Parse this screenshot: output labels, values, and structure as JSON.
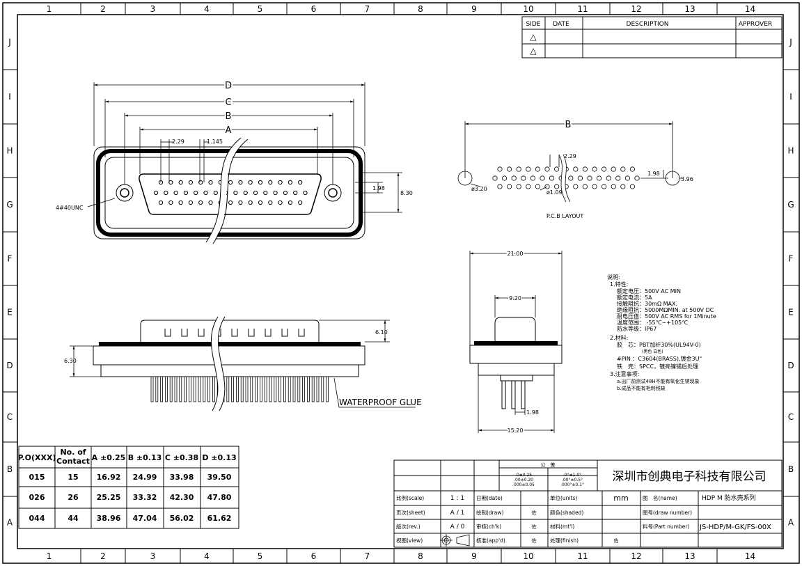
{
  "border": {
    "columns": [
      "1",
      "2",
      "3",
      "4",
      "5",
      "6",
      "7",
      "8",
      "9",
      "10",
      "11",
      "12",
      "13",
      "14"
    ],
    "rows": [
      "J",
      "I",
      "H",
      "G",
      "F",
      "E",
      "D",
      "C",
      "B",
      "A"
    ]
  },
  "revision_table": {
    "headers": [
      "SIDE",
      "DATE",
      "DESCRIPTION",
      "APPROVER"
    ],
    "marks": [
      "△",
      "△"
    ]
  },
  "front_view": {
    "dims": {
      "D": "D",
      "C": "C",
      "B": "B",
      "A": "A"
    },
    "pitch": "2.29",
    "row_offset": "1.145",
    "height": "8.30",
    "row_pitch": "1.98",
    "screw": "4#40UNC"
  },
  "pcb": {
    "title": "P.C.B LAYOUT",
    "dim_B": "B",
    "pitch": "2.29",
    "mount_hole": "ø3.20",
    "pin_hole": "ø1.09",
    "row_pitch": "1.98",
    "hole_size": "3.96"
  },
  "side_view": {
    "shell_height": "6.10",
    "flange_height": "6.30",
    "label": "WATERPROOF GLUE"
  },
  "end_view": {
    "width": "21.00",
    "shell_width": "9.20",
    "pin_pitch": "1.98",
    "base_width": "15.20"
  },
  "notes": {
    "title": "说明:",
    "lines": [
      "1.特性:",
      "额定电压：500V AC MIN",
      "额定电流：5A",
      "接触阻抗：30mΩ MAX.",
      "绝缘阻抗：5000MΩMIN. at 500V DC",
      "耐电压值：500V AC RMS for 1Minute",
      "温度范围： -55℃~+105℃",
      "防水等级：IP67",
      "2.材料:",
      "胶　芯：PBT加纤30%(UL94V-0)",
      "(黑色 白色)",
      "#PIN ：C3604(BRASS),镀金3U\"",
      "铁　壳：SPCC，镀亮镍锡后处理",
      "3.注意事项:",
      "a.出厂前测试48H不能有氧化生锈现象",
      "b.成品不能有毛刺残缺"
    ]
  },
  "spec_table": {
    "headers": [
      "P.O(XXX)",
      "No. of\nContact",
      "A ±0.25",
      "B ±0.13",
      "C ±0.38",
      "D ±0.13"
    ],
    "rows": [
      [
        "015",
        "15",
        "16.92",
        "24.99",
        "33.98",
        "39.50"
      ],
      [
        "026",
        "26",
        "25.25",
        "33.32",
        "42.30",
        "47.80"
      ],
      [
        "044",
        "44",
        "38.96",
        "47.04",
        "56.02",
        "61.62"
      ]
    ]
  },
  "title_block": {
    "tolerance_title": "公　差",
    "tol1": [
      ".0±0.25",
      ".00±0.20",
      ".000±0.05"
    ],
    "tol2": [
      ".0°±1.0°",
      ".00°±0.5°",
      ".000°±0.1°"
    ],
    "company": "深圳市创典电子科技有限公司",
    "rows": [
      {
        "k1": "比例(scale)",
        "v1": "1 : 1",
        "k2": "日期(date)",
        "v2": "",
        "k3": "单位(units)",
        "v3": "mm",
        "k4": "图　名(name)",
        "v4": "HDP M 防水壳系列"
      },
      {
        "k1": "页次(sheet)",
        "v1": "A / 1",
        "k2": "绘制(draw)",
        "v2": "佐",
        "k3": "颜色(shaded)",
        "v3": "",
        "k4": "图号(draw number)",
        "v4": ""
      },
      {
        "k1": "版次(rev.)",
        "v1": "A / 0",
        "k2": "审核(ch'k)",
        "v2": "佐",
        "k3": "材料(mt'l)",
        "v3": "",
        "k4": "料号(Part number)",
        "v4": "JS-HDP/M-GK/FS-00X"
      },
      {
        "k1": "视图(view)",
        "v1": "",
        "k2": "核准(app'd)",
        "v2": "佐",
        "k3": "处理(finish)",
        "v3": "佐",
        "k4": "",
        "v4": ""
      }
    ]
  }
}
